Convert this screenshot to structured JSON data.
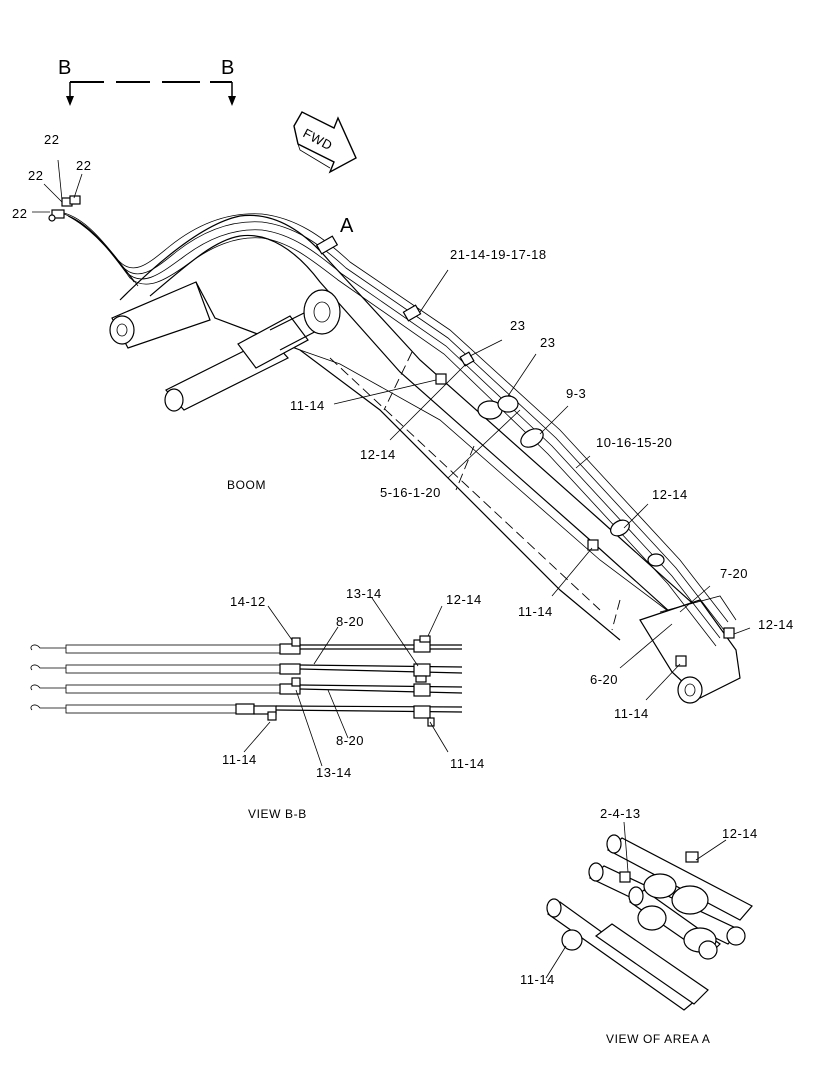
{
  "section_marks": {
    "left": "B",
    "right": "B"
  },
  "direction_arrow": "FWD",
  "area_marker": "A",
  "titles": {
    "boom": "BOOM",
    "view_bb": "VIEW  B-B",
    "view_area_a": "VIEW OF AREA  A"
  },
  "callouts": {
    "c22_a": "22",
    "c22_b": "22",
    "c22_c": "22",
    "c22_d": "22",
    "c21_14_19_17_18": "21-14-19-17-18",
    "c23_a": "23",
    "c23_b": "23",
    "c9_3": "9-3",
    "c10_16_15_20": "10-16-15-20",
    "c11_14_boom_upper": "11-14",
    "c12_14_boom_mid": "12-14",
    "c5_16_1_20": "5-16-1-20",
    "c12_14_boom_right": "12-14",
    "c11_14_boom_lower": "11-14",
    "c7_20": "7-20",
    "c12_14_boom_tip": "12-14",
    "c6_20": "6-20",
    "c11_14_boom_tip": "11-14",
    "c14_12_view": "14-12",
    "c8_20_top": "8-20",
    "c13_14_top": "13-14",
    "c12_14_view": "12-14",
    "c11_14_view_left": "11-14",
    "c13_14_bottom": "13-14",
    "c8_20_bottom": "8-20",
    "c11_14_view_right": "11-14",
    "c2_4_13": "2-4-13",
    "c12_14_area_a": "12-14",
    "c11_14_area_a": "11-14"
  },
  "view_bb_hoses": 4
}
